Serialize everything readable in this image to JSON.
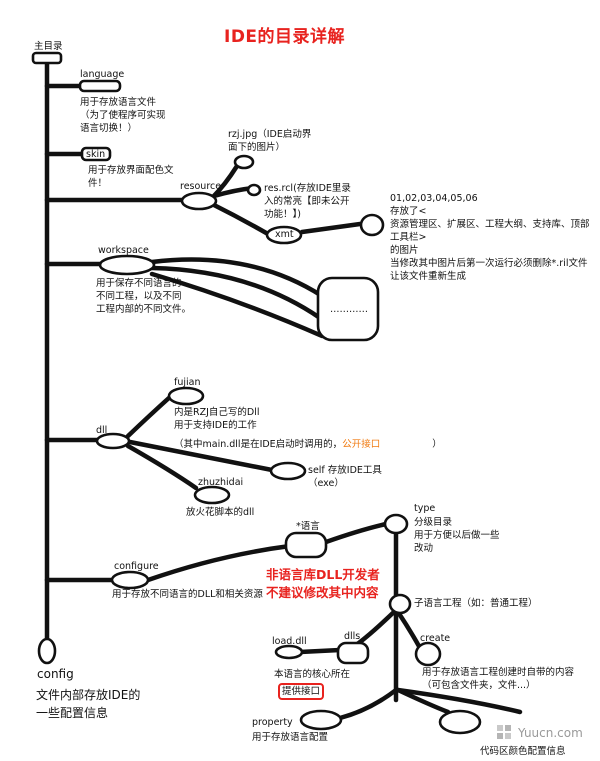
{
  "title": "IDE的目录详解",
  "root_label": "主目录",
  "language": {
    "name": "language",
    "desc": "用于存放语言文件\n（为了使程序可实现\n语言切换！）"
  },
  "skin": {
    "name": "skin",
    "desc": "用于存放界面配色文\n件！"
  },
  "resource": {
    "name": "resource",
    "rzj": "rzj.jpg（IDE启动界\n面下的图片）",
    "resrcl": "res.rcl(存放IDE里录\n入的常亮【即未公开\n功能！】)",
    "xmt": "xmt",
    "xmt_note": "01,02,03,04,05,06\n存放了<\n资源管理区、扩展区、工程大纲、支持库、顶部\n工具栏>\n的图片\n当修改其中图片后第一次运行必须删除*.ril文件\n让该文件重新生成"
  },
  "workspace": {
    "name": "workspace",
    "desc": "用于保存不同语言的\n不同工程，以及不同\n工程内部的不同文件。",
    "folder_dots": "…………"
  },
  "dll": {
    "name": "dll",
    "fujian": "fujian",
    "fujian_desc": "内是RZJ自己写的Dll\n用于支持IDE的工作",
    "fujian_note_prefix": "（其中main.dll是在IDE启动时调用的，",
    "fujian_note_highlight": "公开接口",
    "fujian_note_suffix": "）",
    "self_desc": "self 存放IDE工具\n（exe）",
    "zhuzhidai": "zhuzhidai",
    "zhuzhidai_desc": "放火花脚本的dll"
  },
  "configure": {
    "name": "configure",
    "desc": "用于存放不同语言的DLL和相关资源",
    "lang": "*语言",
    "warning_line1": "非语言库DLL开发者",
    "warning_line2": "不建议修改其中内容",
    "type": "type",
    "type_desc": "分级目录\n用于方便以后做一些\n改动",
    "subproject": "子语言工程（如：普通工程）",
    "loaddll": "load.dll",
    "dlls": "dlls",
    "core": "本语言的核心所在",
    "provide": "提供接口",
    "create": "create",
    "create_desc": "用于存放语言工程创建时自带的内容\n（可包含文件夹，文件...）",
    "property": "property",
    "property_desc": "用于存放语言配置",
    "codecolor": "代码区颜色配置信息"
  },
  "config": {
    "name": "config",
    "desc": "文件内部存放IDE的\n一些配置信息"
  },
  "watermark": "Yuucn.com"
}
